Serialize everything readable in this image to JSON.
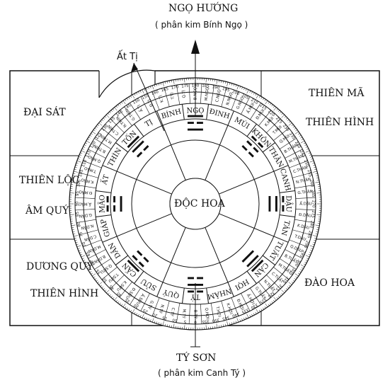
{
  "top": {
    "title": "NGỌ HƯỚNG",
    "subtitle": "( phân kim Bính Ngọ )"
  },
  "bottom": {
    "title": "TÝ SƠN",
    "subtitle": "( phân kim Canh Tý )"
  },
  "door_label": "Ất Tị",
  "cells": {
    "top_left": [
      "ĐẠI SÁT"
    ],
    "top_right": [
      "THIÊN MÃ",
      "THIÊN HÌNH"
    ],
    "middle_left": [
      "THIÊN LỘC",
      "ÂM QUÝ"
    ],
    "bottom_left": [
      "DƯƠNG QUÝ",
      "THIÊN HÌNH"
    ],
    "bottom_right": [
      "ĐÀO HOA"
    ]
  },
  "center_label": "ĐỘC HOA",
  "mountains": [
    "TÝ",
    "QUÝ",
    "SỬU",
    "CẤN",
    "DẦN",
    "GIÁP",
    "MÃO",
    "ẤT",
    "THÌN",
    "TỐN",
    "TỊ",
    "BÍNH",
    "NGỌ",
    "ĐINH",
    "MÙI",
    "KHÔN",
    "THÂN",
    "CANH",
    "DẬU",
    "TÂN",
    "TUẤT",
    "CÀN",
    "HỢI",
    "NHÂM"
  ],
  "trigrams": [
    "☵",
    "☶",
    "☳",
    "☴",
    "☲",
    "☷",
    "☱",
    "☰"
  ],
  "ring_branch_cells": [
    "B.TÝ",
    "M.TÝ",
    "C.TÝ",
    "N.TÝ",
    "G.TÝ",
    "Ấ.SỬU",
    "Đ.SỬU",
    "K.SỬU",
    "T.SỬU",
    "Q.SỬU",
    "B.DẦN",
    "M.DẦN",
    "C.DẦN",
    "N.DẦN",
    "G.DẦN",
    "Ấ.MÃO",
    "Đ.MÃO",
    "K.MÃO",
    "T.MÃO",
    "Q.MÃO",
    "B.THÌN",
    "M.THÌN",
    "C.THÌN",
    "N.THÌN",
    "G.THÌN",
    "Ấ.TỊ",
    "Đ.TỊ",
    "K.TỊ",
    "T.TỊ",
    "Q.TỊ",
    "B.NGỌ",
    "M.NGỌ",
    "C.NGỌ",
    "N.NGỌ",
    "G.NGỌ",
    "Ấ.MÙI",
    "Đ.MÙI",
    "K.MÙI",
    "T.MÙI",
    "Q.MÙI",
    "B.THÂN",
    "M.THÂN",
    "C.THÂN",
    "N.THÂN",
    "G.THÂN",
    "Ấ.DẬU",
    "Đ.DẬU",
    "K.DẬU",
    "T.DẬU",
    "Q.DẬU",
    "B.TUẤT",
    "M.TUẤT",
    "C.TUẤT",
    "N.TUẤT",
    "G.TUẤT",
    "Ấ.HỢI",
    "Đ.HỢI",
    "K.HỢI",
    "T.HỢI",
    "Q.HỢI"
  ],
  "degree_labels": [
    "0",
    "5",
    "10",
    "15",
    "20",
    "25",
    "30",
    "35",
    "40",
    "45",
    "50",
    "55",
    "60",
    "65",
    "70",
    "75",
    "80",
    "85",
    "90",
    "95",
    "100",
    "105",
    "110",
    "115",
    "120",
    "125",
    "130",
    "135",
    "140",
    "145",
    "150",
    "155",
    "160",
    "165",
    "170",
    "175",
    "180",
    "185",
    "190",
    "195",
    "200",
    "205",
    "210",
    "215",
    "220",
    "225",
    "230",
    "235",
    "240",
    "245",
    "250",
    "255",
    "260",
    "265",
    "270",
    "275",
    "280",
    "285",
    "290",
    "295",
    "300",
    "305",
    "310",
    "315",
    "320",
    "325",
    "330",
    "335",
    "340",
    "345",
    "350",
    "355"
  ],
  "colors": {
    "line": "#111111",
    "paper": "#ffffff"
  }
}
